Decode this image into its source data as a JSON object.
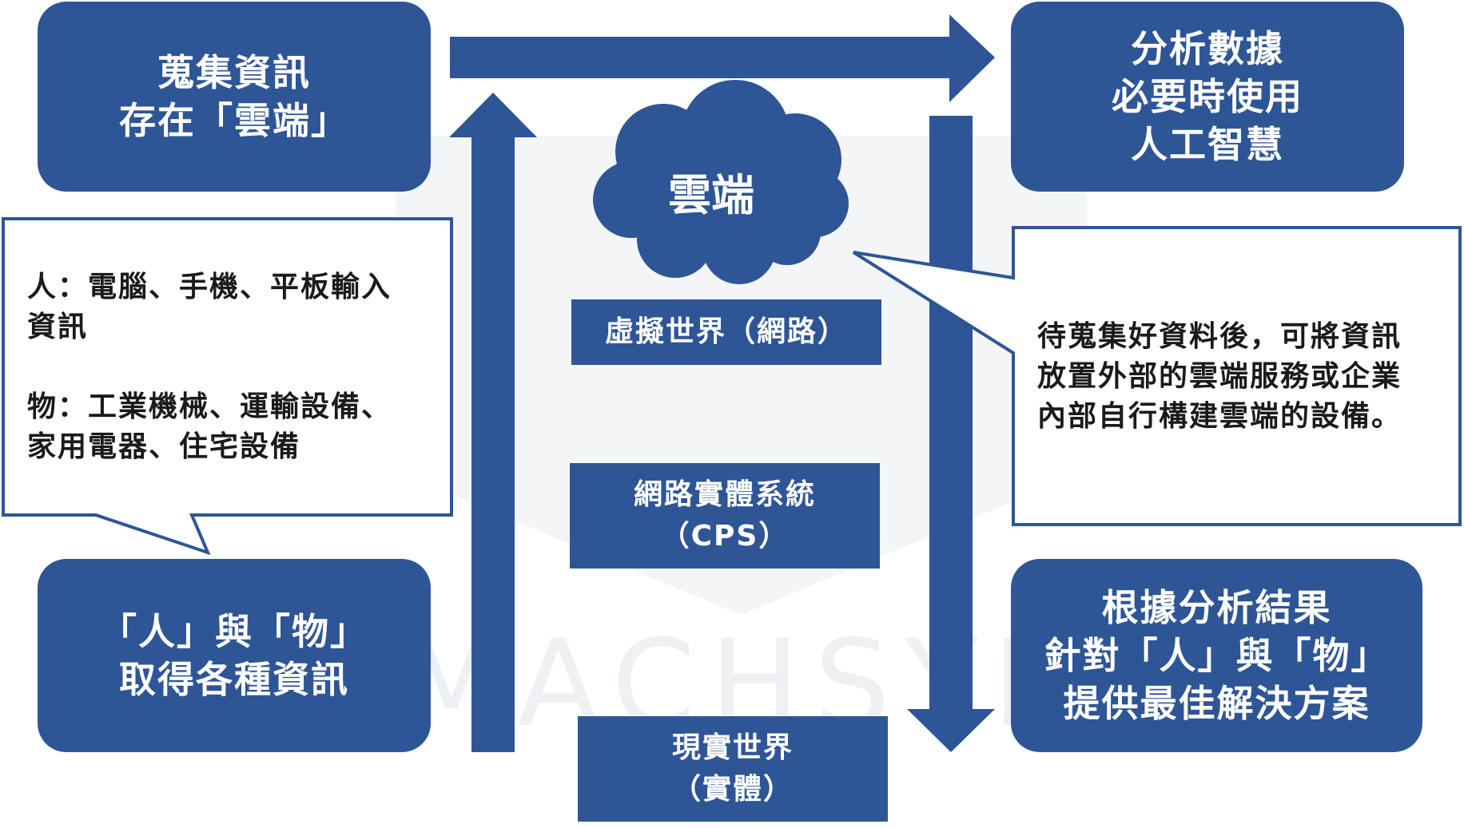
{
  "watermark": "MACHSYN",
  "boxes": {
    "collect": "蒐集資訊\n存在「雲端」",
    "analyze": "分析數據\n必要時使用\n人工智慧",
    "acquire": "「人」與「物」\n取得各種資訊",
    "solution": "根據分析結果\n針對「人」與「物」\n提供最佳解決方案"
  },
  "cloud": "雲端",
  "labels": {
    "virtual": "虛擬世界（網路）",
    "cps": "網路實體系統\n（CPS）",
    "real": "現實世界\n（實體）"
  },
  "callouts": {
    "left": "人：電腦、手機、平板輸入\n資訊\n\n物：工業機械、運輸設備、\n家用電器、住宅設備",
    "right": "待蒐集好資料後，可將資訊\n放置外部的雲端服務或企業\n內部自行構建雲端的設備。"
  },
  "colors": {
    "primary": "#2e5596",
    "callout_border": "#2e5596",
    "text_dark": "#1a1a1a"
  }
}
